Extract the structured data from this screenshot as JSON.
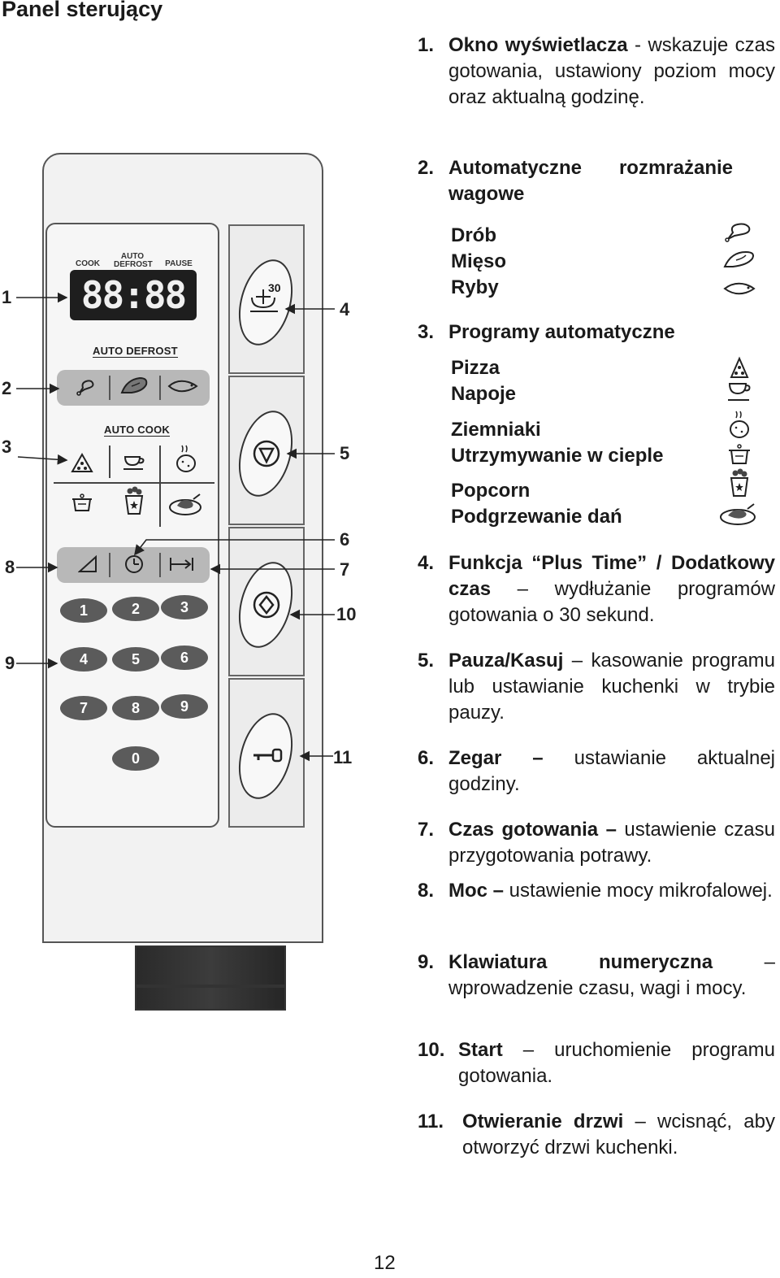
{
  "page_title": "Panel sterujący",
  "page_number": "12",
  "panel": {
    "label_cook": "COOK",
    "label_auto_defrost_top": "AUTO DEFROST",
    "label_pause": "PAUSE",
    "display_value": "88:88",
    "label_auto_defrost": "AUTO DEFROST",
    "label_auto_cook": "AUTO COOK",
    "plus30_text": "30",
    "keypad": [
      "1",
      "2",
      "3",
      "4",
      "5",
      "6",
      "7",
      "8",
      "9",
      "0"
    ]
  },
  "callouts_left": [
    "1",
    "2",
    "3",
    "8",
    "9"
  ],
  "callouts_right": [
    "4",
    "5",
    "6",
    "7",
    "10",
    "11"
  ],
  "items": {
    "i1": {
      "num": "1.",
      "bold": "Okno wyświetlacza",
      "text": " - wskazuje czas gotowania, ustawiony poziom mocy oraz aktualną godzinę."
    },
    "i2": {
      "num": "2.",
      "bold": "Automatyczne rozmrażanie wagowe",
      "text": ""
    },
    "i3": {
      "num": "3.",
      "bold": "Programy automatyczne",
      "text": ""
    },
    "i4": {
      "num": "4.",
      "bold": "Funkcja “Plus Time” / Dodatkowy czas",
      "text": " – wydłużanie programów gotowania o 30 sekund."
    },
    "i5": {
      "num": "5.",
      "bold": "Pauza/Kasuj",
      "text": " – kasowanie programu lub ustawianie kuchenki w trybie pauzy."
    },
    "i6": {
      "num": "6.",
      "bold": "Zegar –",
      "text": " ustawianie aktualnej godziny."
    },
    "i7": {
      "num": "7.",
      "bold": "Czas gotowania –",
      "text": " ustawienie czasu przygotowania potrawy."
    },
    "i8": {
      "num": "8.",
      "bold": "Moc –",
      "text": " ustawienie mocy mikrofalowej."
    },
    "i9": {
      "num": "9.",
      "bold": "Klawiatura numeryczna",
      "text": " – wprowadzenie czasu, wagi i mocy."
    },
    "i10": {
      "num": "10.",
      "bold": "Start",
      "text": " – uruchomienie programu gotowania."
    },
    "i11": {
      "num": "11.",
      "bold": "Otwieranie drzwi",
      "text": " – wcisnąć, aby otworzyć drzwi kuchenki."
    }
  },
  "defrost_list": [
    "Drób",
    "Mięso",
    "Ryby"
  ],
  "auto_list": [
    "Pizza",
    "Napoje",
    "Ziemniaki",
    "Utrzymywanie w cieple",
    "Popcorn",
    "Podgrzewanie dań"
  ],
  "icons": {
    "defrost": [
      "poultry-icon",
      "meat-icon",
      "fish-icon"
    ],
    "auto": [
      "pizza-icon",
      "beverage-icon",
      "potato-icon",
      "keep-warm-icon",
      "popcorn-icon",
      "reheat-icon"
    ]
  }
}
